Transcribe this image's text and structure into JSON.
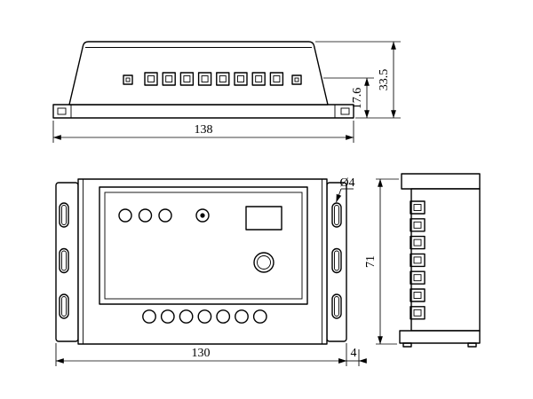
{
  "drawing": {
    "colors": {
      "line": "#000000",
      "background": "#ffffff"
    },
    "dimensions": {
      "top_view_overall_width": "138",
      "top_view_lower_height": "17.6",
      "top_view_overall_height": "33.5",
      "front_view_width": "130",
      "front_view_flange_offset": "4",
      "mounting_hole_diameter": "Ø4",
      "side_view_height": "71"
    },
    "features": {
      "top_terminal_count": 8,
      "front_led_count": 3,
      "front_bottom_terminal_count": 7,
      "side_terminal_count": 7,
      "flange_slot_rows": 3
    }
  }
}
